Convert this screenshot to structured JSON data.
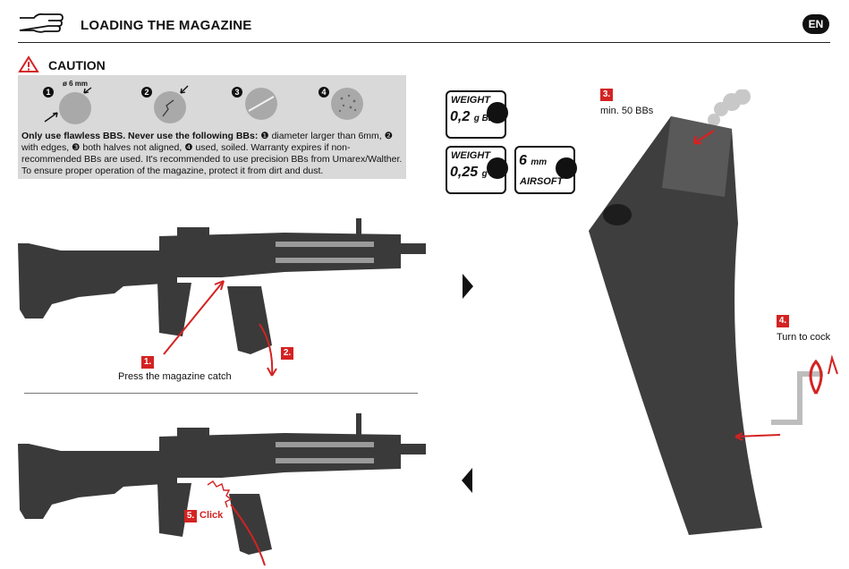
{
  "header": {
    "title": "LOADING THE MAGAZINE",
    "lang_badge": "EN"
  },
  "caution": {
    "title": "CAUTION",
    "diameter_label": "ø 6 mm",
    "items": [
      "1",
      "2",
      "3",
      "4"
    ],
    "text_bold": "Only use flawless BBS. Never use the following BBs:",
    "text_rest": " ❶ diameter larger than 6mm, ❷ with edges, ❸ both halves not aligned, ❹ used, soiled. Warranty expires if non-recommended BBs are used. It's recommended to use precision BBs from Umarex/Walther. To ensure proper operation of the magazine, protect it from dirt and dust."
  },
  "badges": [
    {
      "label": "WEIGHT",
      "value": "0,2",
      "unit": "g BB"
    },
    {
      "label": "WEIGHT",
      "value": "0,25",
      "unit": "g BB"
    },
    {
      "label": "AIRSOFT",
      "value": "6",
      "unit": "mm"
    }
  ],
  "steps": {
    "s1": {
      "num": "1.",
      "text": "Press the magazine catch"
    },
    "s2": {
      "num": "2."
    },
    "s3": {
      "num": "3.",
      "text": "min. 50 BBs"
    },
    "s4": {
      "num": "4.",
      "text": "Turn to cock"
    },
    "s5": {
      "num": "5.",
      "text": "Click"
    }
  },
  "colors": {
    "accent_red": "#d42222",
    "panel_gray": "#d9d9d9",
    "ink": "#111111"
  }
}
